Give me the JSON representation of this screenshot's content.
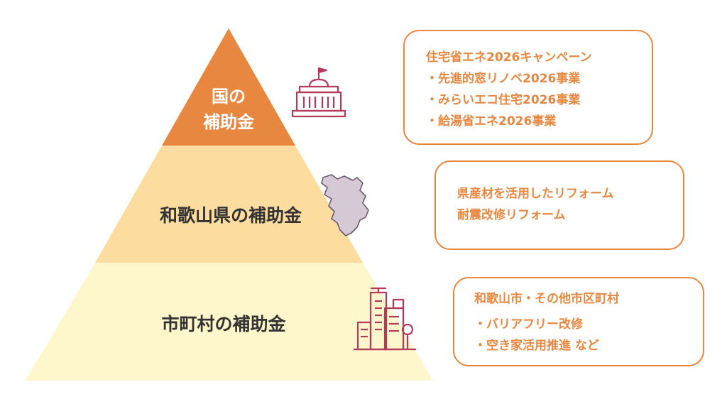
{
  "colors": {
    "top_tier": "#e8873f",
    "middle_tier": "#fddca0",
    "bottom_tier": "#fef7cc",
    "accent": "#e8873f",
    "icon": "#b23a5a"
  },
  "pyramid": {
    "top": {
      "line1": "国の",
      "line2": "補助金",
      "icon": "government-building-icon"
    },
    "middle": {
      "label": "和歌山県の補助金",
      "icon": "wakayama-map-icon"
    },
    "bottom": {
      "label": "市町村の補助金",
      "icon": "city-buildings-icon"
    }
  },
  "boxes": {
    "national": {
      "heading": "住宅省エネ2026キャンペーン",
      "items": [
        "・先進的窓リノベ2026事業",
        "・みらいエコ住宅2026事業",
        "・給湯省エネ2026事業"
      ]
    },
    "prefecture": {
      "items": [
        "県産材を活用したリフォーム",
        "耐震改修リフォーム"
      ]
    },
    "municipal": {
      "heading": "和歌山市・その他市区町村",
      "items": [
        "・バリアフリー改修",
        "・空き家活用推進 など"
      ]
    }
  }
}
